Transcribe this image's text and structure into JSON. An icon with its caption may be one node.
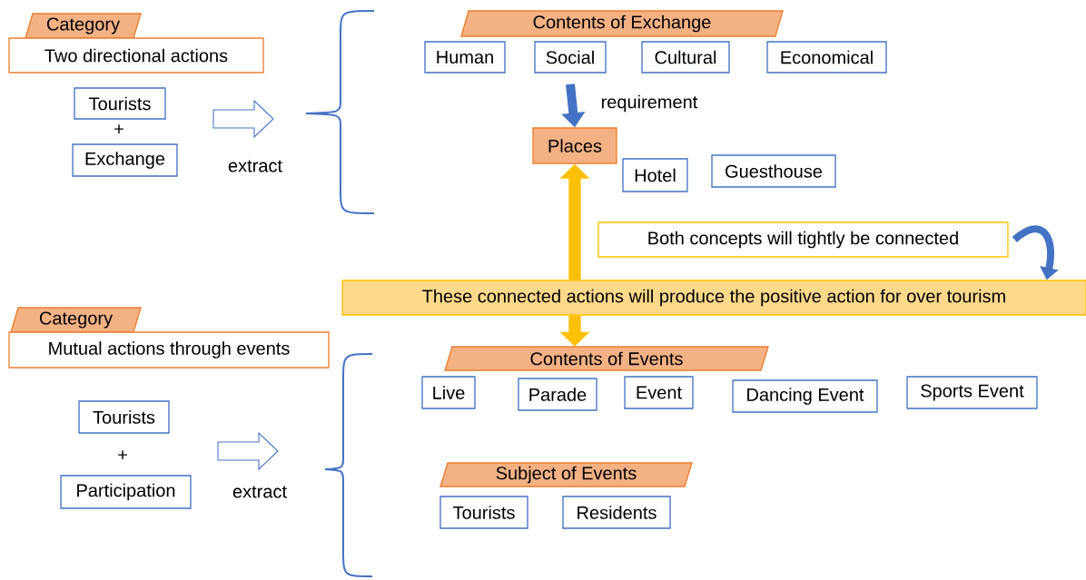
{
  "diagram": {
    "nodes": [
      {
        "text": [
          "Category"
        ]
      },
      {
        "text": [
          "Two directional actions"
        ]
      },
      {
        "text": [
          "Tourists"
        ]
      },
      {
        "text": [
          "Exchange"
        ]
      },
      {
        "text": [
          "Contents of Exchange"
        ]
      },
      {
        "text": [
          "Human"
        ]
      },
      {
        "text": [
          "Social"
        ]
      },
      {
        "text": [
          "Cultural"
        ]
      },
      {
        "text": [
          "Economical"
        ]
      },
      {
        "text": [
          "Places"
        ]
      },
      {
        "text": [
          "Hotel"
        ]
      },
      {
        "text": [
          "Guesthouse"
        ]
      },
      {
        "text": [
          "Both concepts will tightly be connected"
        ]
      },
      {
        "text": [
          "These connected actions will produce the positive action for over tourism"
        ]
      },
      {
        "text": [
          "Category"
        ]
      },
      {
        "text": [
          "Mutual actions through events"
        ]
      },
      {
        "text": [
          "Tourists"
        ]
      },
      {
        "text": [
          "Participation"
        ]
      },
      {
        "text": [
          "Contents of Events"
        ]
      },
      {
        "text": [
          "Live"
        ]
      },
      {
        "text": [
          "Parade"
        ]
      },
      {
        "text": [
          "Event"
        ]
      },
      {
        "text": [
          "Dancing Event"
        ]
      },
      {
        "text": [
          "Sports Event"
        ]
      },
      {
        "text": [
          "Subject of Events"
        ]
      },
      {
        "text": [
          "Tourists"
        ]
      },
      {
        "text": [
          "Residents"
        ]
      }
    ],
    "edges": [
      {
        "from": 6,
        "to": 9,
        "arrow": "to",
        "label": "requirement",
        "color": "#4472c4"
      },
      {
        "from": 13,
        "to": 9,
        "arrow": "to",
        "color": "#ffc000"
      },
      {
        "from": 13,
        "to": 18,
        "arrow": "to",
        "color": "#ffc000"
      },
      {
        "from": 12,
        "to": 13,
        "arrow": "to",
        "color": "#4472c4"
      }
    ],
    "labels": [
      "+",
      "extract",
      "+",
      "extract"
    ]
  }
}
